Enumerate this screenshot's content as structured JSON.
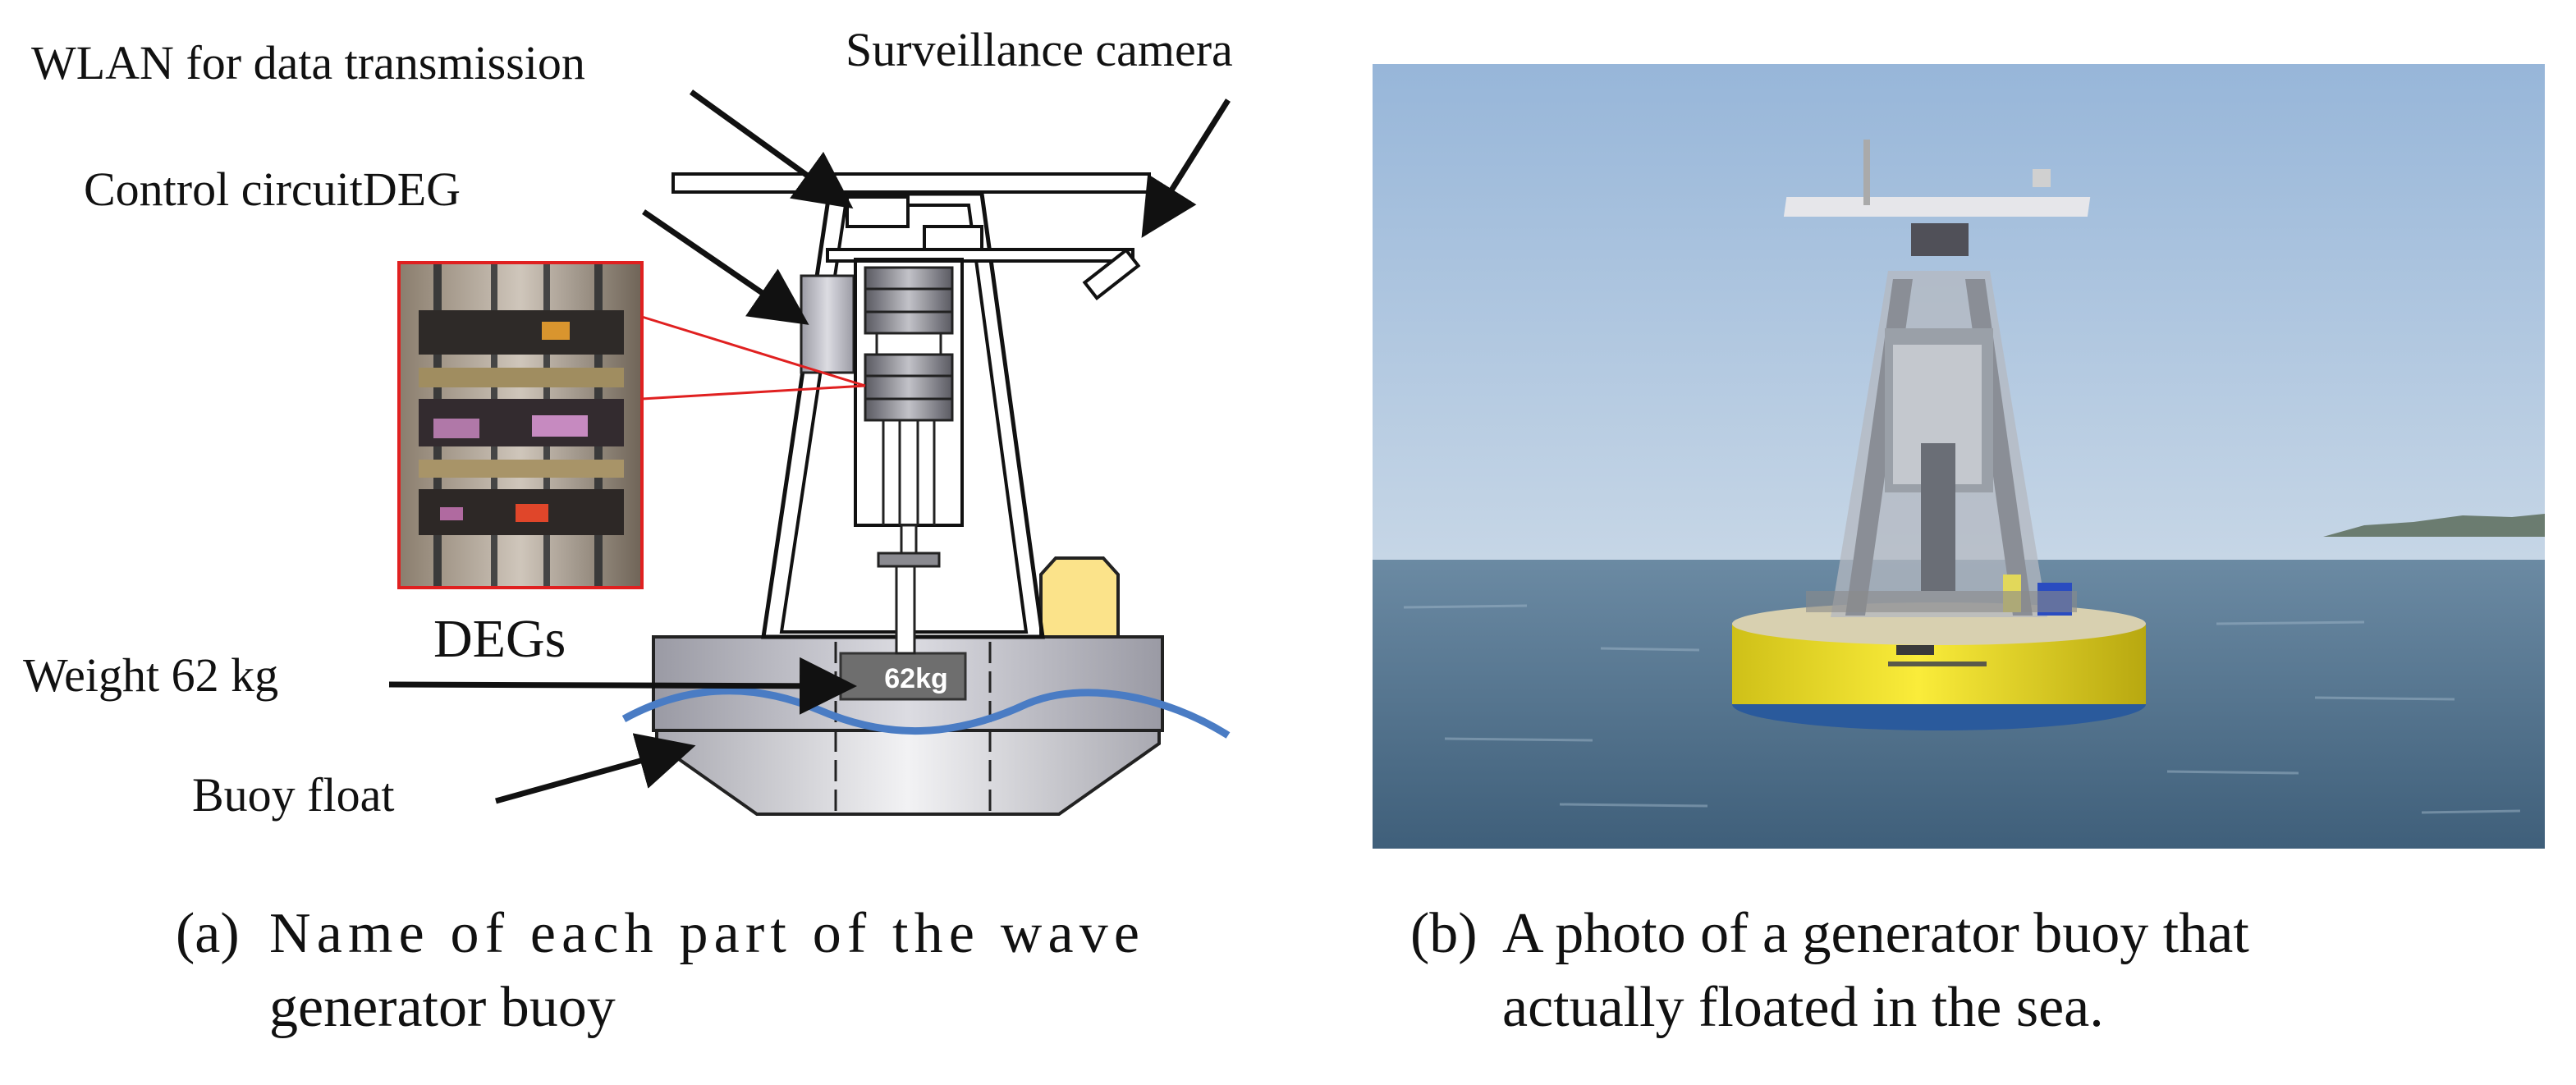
{
  "labels": {
    "wlan": "WLAN for data transmission",
    "camera": "Surveillance camera",
    "control": "Control circuitDEG",
    "degs": "DEGs",
    "weight": "Weight 62 kg",
    "float": "Buoy float",
    "weight_box": "62kg"
  },
  "captions": {
    "a_marker": "(a)",
    "a_line1": "Name of each part of the wave",
    "a_line2": "generator buoy",
    "b_marker": "(b)",
    "b_line1": "A photo of a generator buoy that",
    "b_line2": "actually floated in the sea."
  },
  "colors": {
    "inset_border": "#e02020",
    "wave": "#4a7cc4",
    "float_fill": "#d2d2d8",
    "buoy_yellow": "#f2e229",
    "sky": "#aec6e2",
    "sea": "#4f6f88",
    "tank_yellow": "#fbe38a",
    "weight_fill": "#6e6e6e"
  }
}
